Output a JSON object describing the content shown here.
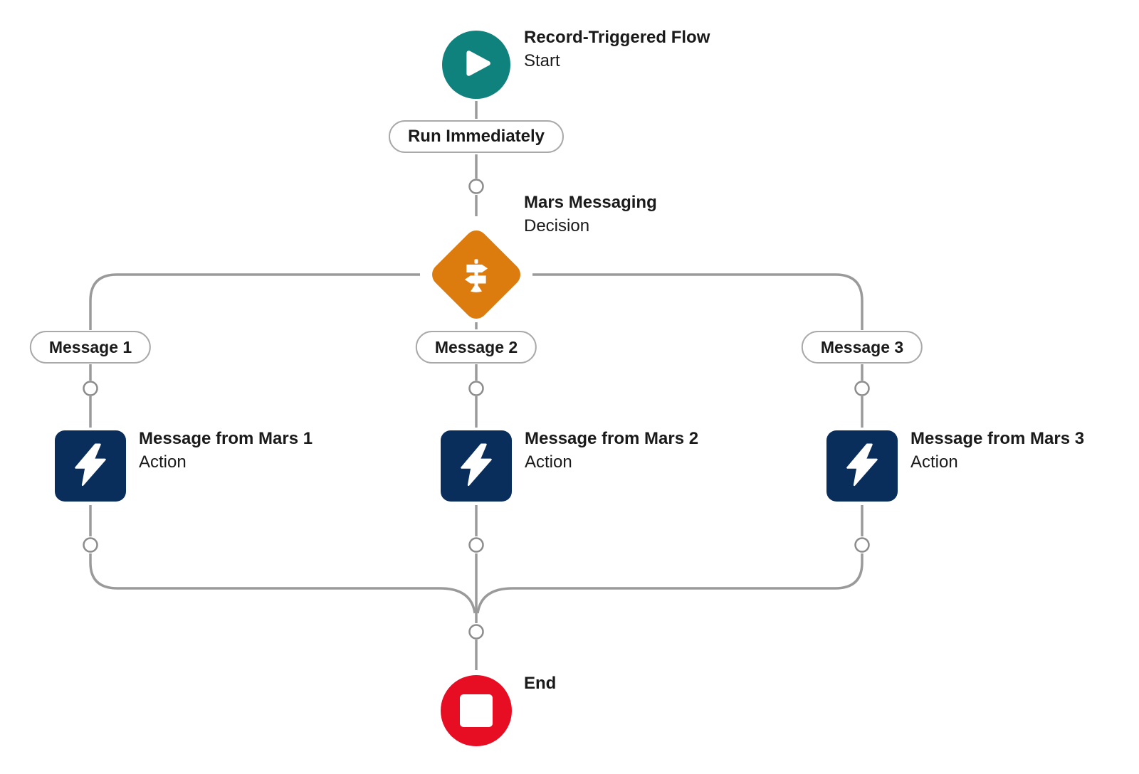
{
  "colors": {
    "start": "#10827d",
    "decision": "#dd7c0e",
    "action": "#0a2e5c",
    "end": "#e70d23",
    "connector": "#9a9a9a",
    "connector_ring": "#8c8c8c",
    "pill_border": "#a9a9a9",
    "text": "#1a1a1a"
  },
  "nodes": {
    "start": {
      "title": "Record-Triggered Flow",
      "subtitle": "Start",
      "icon": "play-icon"
    },
    "run_badge": {
      "label": "Run Immediately"
    },
    "decision": {
      "title": "Mars Messaging",
      "subtitle": "Decision",
      "icon": "signpost-icon"
    },
    "end": {
      "title": "End",
      "icon": "stop-icon"
    }
  },
  "branches": [
    {
      "label": "Message 1",
      "action": {
        "title": "Message from Mars 1",
        "subtitle": "Action",
        "icon": "lightning-icon"
      }
    },
    {
      "label": "Message 2",
      "action": {
        "title": "Message from Mars 2",
        "subtitle": "Action",
        "icon": "lightning-icon"
      }
    },
    {
      "label": "Message 3",
      "action": {
        "title": "Message from Mars 3",
        "subtitle": "Action",
        "icon": "lightning-icon"
      }
    }
  ]
}
